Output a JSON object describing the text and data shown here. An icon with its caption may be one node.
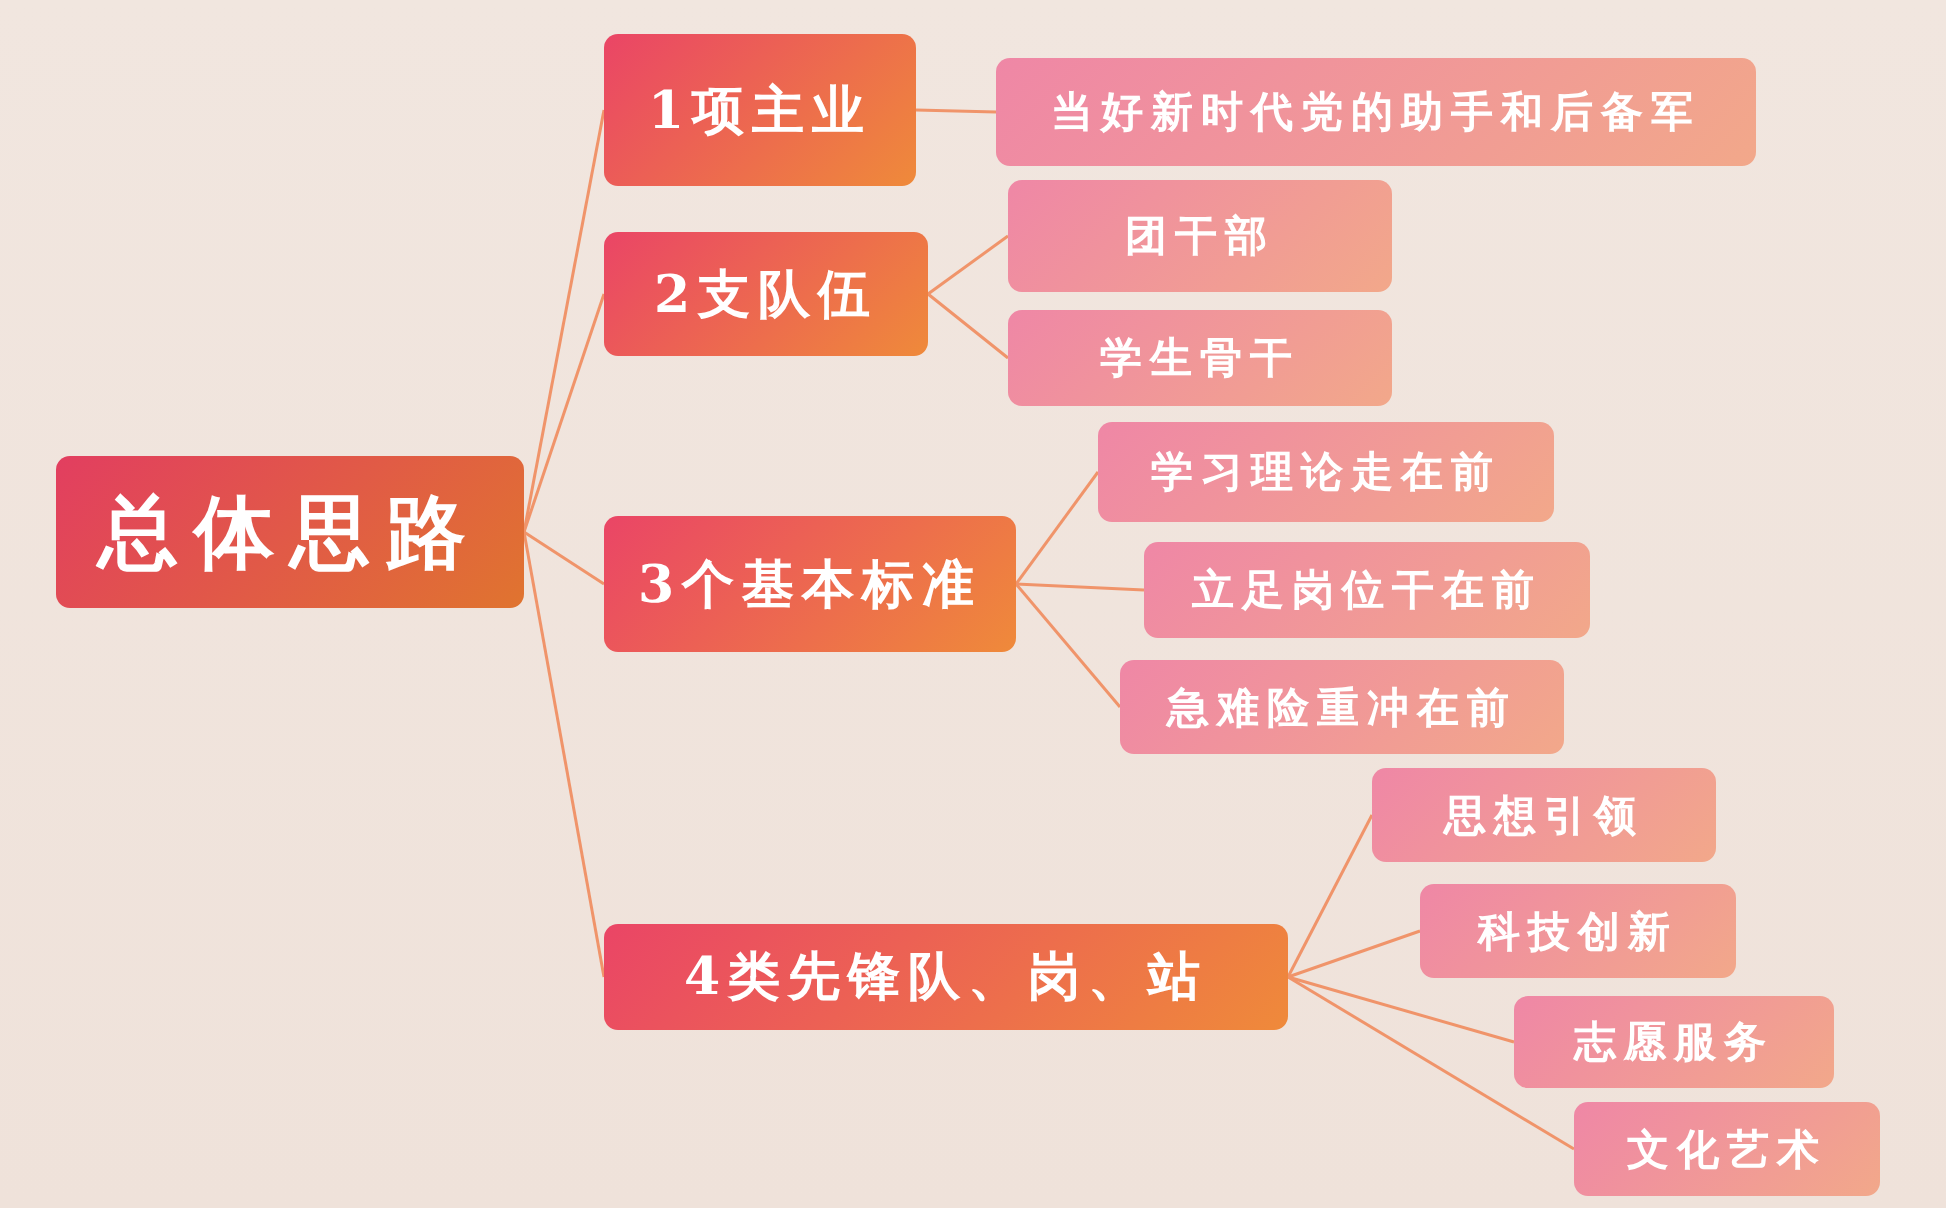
{
  "diagram": {
    "nodes": [
      {
        "text": [
          "总体思路"
        ]
      },
      {
        "text": [
          "1项主业"
        ]
      },
      {
        "text": [
          "当好新时代党的助手和后备军"
        ]
      },
      {
        "text": [
          "2支队伍"
        ]
      },
      {
        "text": [
          "团干部"
        ]
      },
      {
        "text": [
          "学生骨干"
        ]
      },
      {
        "text": [
          "3个基本标准"
        ]
      },
      {
        "text": [
          "学习理论走在前"
        ]
      },
      {
        "text": [
          "立足岗位干在前"
        ]
      },
      {
        "text": [
          "急难险重冲在前"
        ]
      },
      {
        "text": [
          "4类先锋队、岗、站"
        ]
      },
      {
        "text": [
          "思想引领"
        ]
      },
      {
        "text": [
          "科技创新"
        ]
      },
      {
        "text": [
          "志愿服务"
        ]
      },
      {
        "text": [
          "文化艺术"
        ]
      }
    ],
    "edges": [
      {
        "from": 0,
        "to": 1,
        "arrow": "none"
      },
      {
        "from": 0,
        "to": 3,
        "arrow": "none"
      },
      {
        "from": 0,
        "to": 6,
        "arrow": "none"
      },
      {
        "from": 0,
        "to": 10,
        "arrow": "none"
      },
      {
        "from": 1,
        "to": 2,
        "arrow": "none"
      },
      {
        "from": 3,
        "to": 4,
        "arrow": "none"
      },
      {
        "from": 3,
        "to": 5,
        "arrow": "none"
      },
      {
        "from": 6,
        "to": 7,
        "arrow": "none"
      },
      {
        "from": 6,
        "to": 8,
        "arrow": "none"
      },
      {
        "from": 6,
        "to": 9,
        "arrow": "none"
      },
      {
        "from": 10,
        "to": 11,
        "arrow": "none"
      },
      {
        "from": 10,
        "to": 12,
        "arrow": "none"
      },
      {
        "from": 10,
        "to": 13,
        "arrow": "none"
      },
      {
        "from": 10,
        "to": 14,
        "arrow": "none"
      }
    ]
  }
}
